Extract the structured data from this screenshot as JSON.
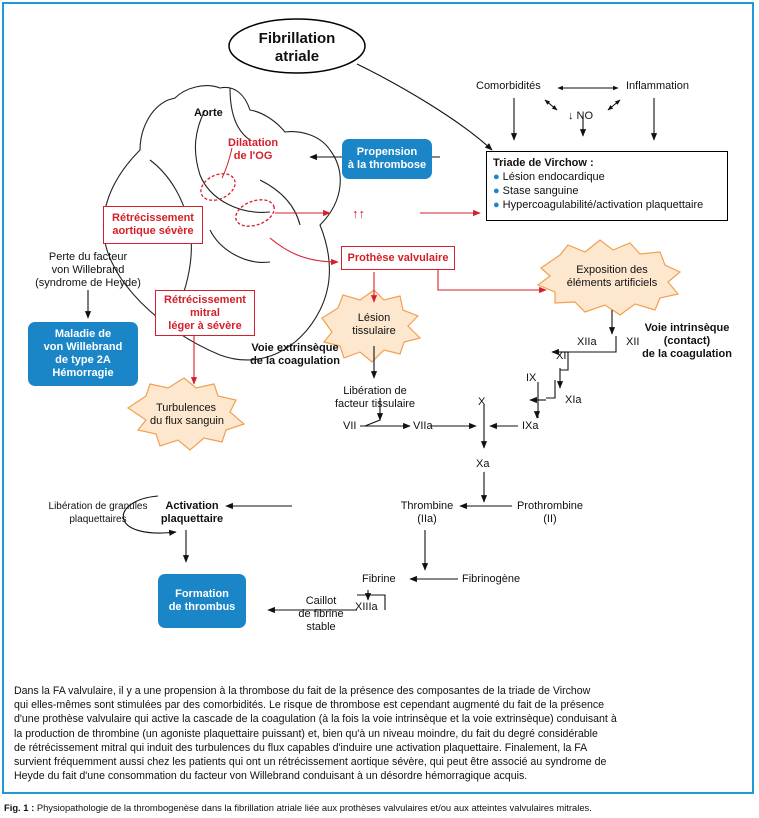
{
  "top_oval": [
    "Fibrillation",
    "atriale"
  ],
  "comorbidites": "Comorbidités",
  "inflammation": "Inflammation",
  "no": "↓ NO",
  "virchow": {
    "title": "Triade de Virchow :",
    "items": [
      "Lésion endocardique",
      "Stase sanguine",
      "Hypercoagulabilité/activation plaquettaire"
    ]
  },
  "propension": [
    "Propension",
    "à la thrombose"
  ],
  "aorte": "Aorte",
  "dilatation": [
    "Dilatation",
    "de l'OG"
  ],
  "retrec_aortique": [
    "Rétrécissement",
    "aortique sévère"
  ],
  "double_arrow": "↑↑",
  "prothese": "Prothèse valvulaire",
  "retrec_mitral": [
    "Rétrécissement",
    "mitral",
    "léger à sévère"
  ],
  "perte": [
    "Perte du facteur",
    "von Willebrand",
    "(syndrome de Heyde)"
  ],
  "maladie": [
    "Maladie de",
    "von Willebrand",
    "de type 2A",
    "Hémorragie"
  ],
  "exposition": [
    "Exposition des",
    "éléments artificiels"
  ],
  "voie_intrinseque": [
    "Voie intrinsèque",
    "(contact)",
    "de la coagulation"
  ],
  "lesion_tissulaire": [
    "Lésion",
    "tissulaire"
  ],
  "voie_extrinseque": [
    "Voie extrinsèque",
    "de la coagulation"
  ],
  "liberation_facteur": [
    "Libération de",
    "facteur tissulaire"
  ],
  "turbulences": [
    "Turbulences",
    "du flux sanguin"
  ],
  "factors": {
    "xiia": "XIIa",
    "xii": "XII",
    "xi": "XI",
    "ix": "IX",
    "xia": "XIa",
    "x": "X",
    "vii": "VII",
    "viia": "VIIa",
    "ixa": "IXa",
    "xa": "Xa"
  },
  "liberation_granules": [
    "Libération de granules",
    "plaquettaires"
  ],
  "activation": [
    "Activation",
    "plaquettaire"
  ],
  "thrombine": [
    "Thrombine",
    "(IIa)"
  ],
  "prothrombine": [
    "Prothrombine",
    "(II)"
  ],
  "fibrine": "Fibrine",
  "fibrinogene": "Fibrinogène",
  "xiiia": "XIIIa",
  "caillot": [
    "Caillot",
    "de fibrine",
    "stable"
  ],
  "formation": [
    "Formation",
    "de thrombus"
  ],
  "caption": [
    "Dans la FA valvulaire, il y a une propension à la thrombose du fait de la présence des composantes de la triade de Virchow",
    "qui elles-mêmes sont stimulées par des comorbidités. Le risque de thrombose est cependant augmenté du fait de la présence",
    "d'une prothèse valvulaire qui active la cascade de la coagulation (à la fois la voie intrinsèque et la voie extrinsèque) conduisant à",
    "la production de thrombine (un agoniste plaquettaire puissant) et, bien qu'à un niveau moindre, du fait du degré considérable",
    "de rétrécissement mitral qui induit des turbulences du flux capables d'induire une activation plaquettaire. Finalement, la FA",
    "survient fréquemment aussi chez les patients qui ont un rétrécissement aortique sévère, qui peut être associé au syndrome de",
    "Heyde du fait d'une consommation du facteur von Willebrand conduisant à un désordre hémorragique acquis."
  ],
  "figure_caption": {
    "label": "Fig. 1 :",
    "text": " Physiopathologie de la thrombogenèse dans la fibrillation atriale liée aux prothèses valvulaires et/ou aux atteintes valvulaires mitrales."
  },
  "colors": {
    "frame": "#1f9ad6",
    "blue_box": "#1a86c8",
    "red": "#d4202a",
    "star_fill": "#fde8cf",
    "star_stroke": "#f0a050"
  }
}
